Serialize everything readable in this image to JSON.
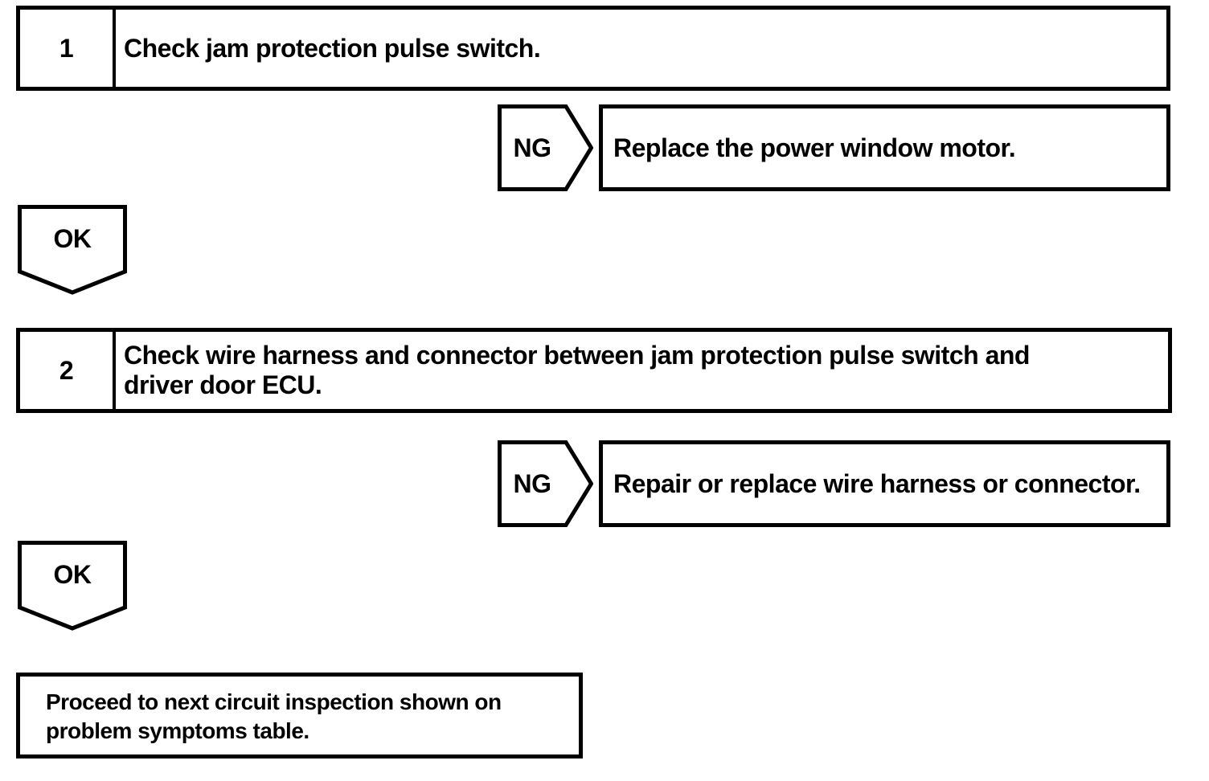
{
  "diagram": {
    "step1": {
      "number": "1",
      "instruction": "Check jam protection pulse switch."
    },
    "ng1": {
      "label": "NG",
      "result": "Replace the power window motor."
    },
    "ok1": {
      "label": "OK"
    },
    "step2": {
      "number": "2",
      "lines": [
        "Check wire harness and connector between jam protection pulse switch and",
        "driver door ECU."
      ]
    },
    "ng2": {
      "label": "NG",
      "result": "Repair or replace wire harness or connector."
    },
    "ok2": {
      "label": "OK"
    },
    "final": {
      "lines": [
        "Proceed to next circuit inspection shown on",
        "problem symptoms table."
      ]
    }
  },
  "colors": {
    "line": "#000000",
    "text": "#000000",
    "background": "#ffffff"
  }
}
